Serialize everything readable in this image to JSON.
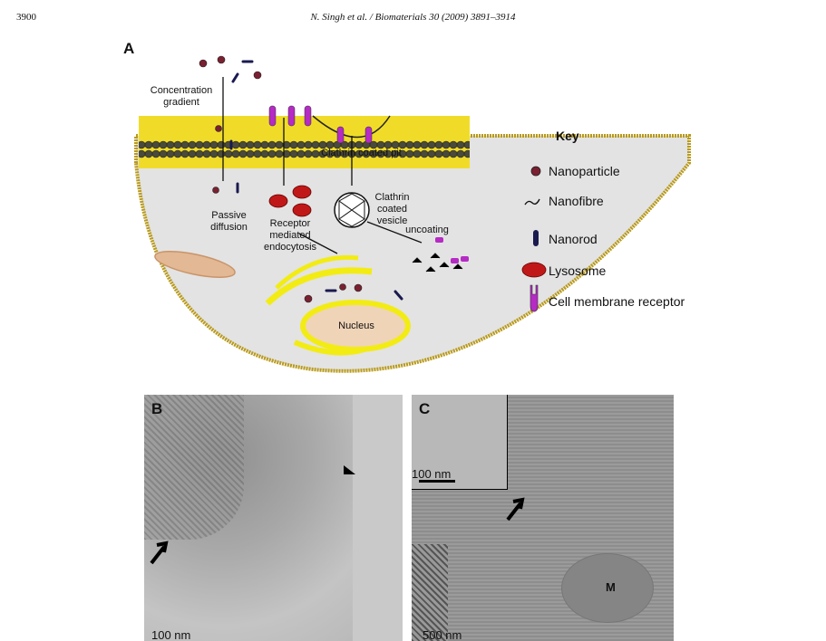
{
  "header": {
    "page_number": "3900",
    "running_head": "N. Singh et al. / Biomaterials 30 (2009) 3891–3914"
  },
  "figure": {
    "panel_a": {
      "letter": "A",
      "labels": {
        "concentration_1": "Concentration",
        "concentration_2": "gradient",
        "passive_1": "Passive",
        "passive_2": "diffusion",
        "receptor_1": "Receptor",
        "receptor_2": "mediated",
        "receptor_3": "endocytosis",
        "clathrin_pit": "Clathrin coated pit",
        "vesicle_1": "Clathrin",
        "vesicle_2": "coated",
        "vesicle_3": "vesicle",
        "uncoating": "uncoating",
        "nucleus": "Nucleus"
      },
      "key": {
        "title": "Key",
        "items": [
          "Nanoparticle",
          "Nanofibre",
          "Nanorod",
          "Lysosome",
          "Cell membrane receptor"
        ]
      }
    },
    "panel_b": {
      "letter": "B",
      "scale": "100 nm"
    },
    "panel_c": {
      "letter": "C",
      "inset_scale": "100 nm",
      "scale": "500 nm",
      "organelle": "M"
    }
  }
}
